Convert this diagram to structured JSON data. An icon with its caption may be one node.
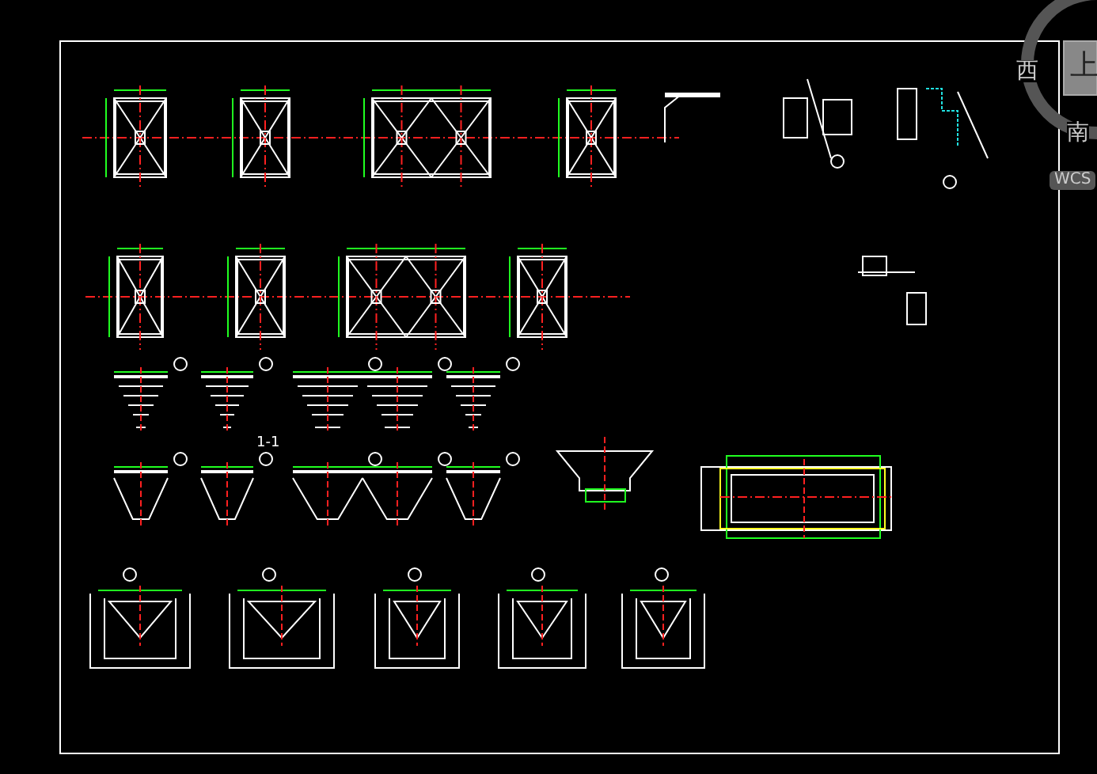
{
  "diagram": {
    "labels": [
      "1-1",
      "西",
      "上",
      "南",
      "WCS"
    ]
  }
}
